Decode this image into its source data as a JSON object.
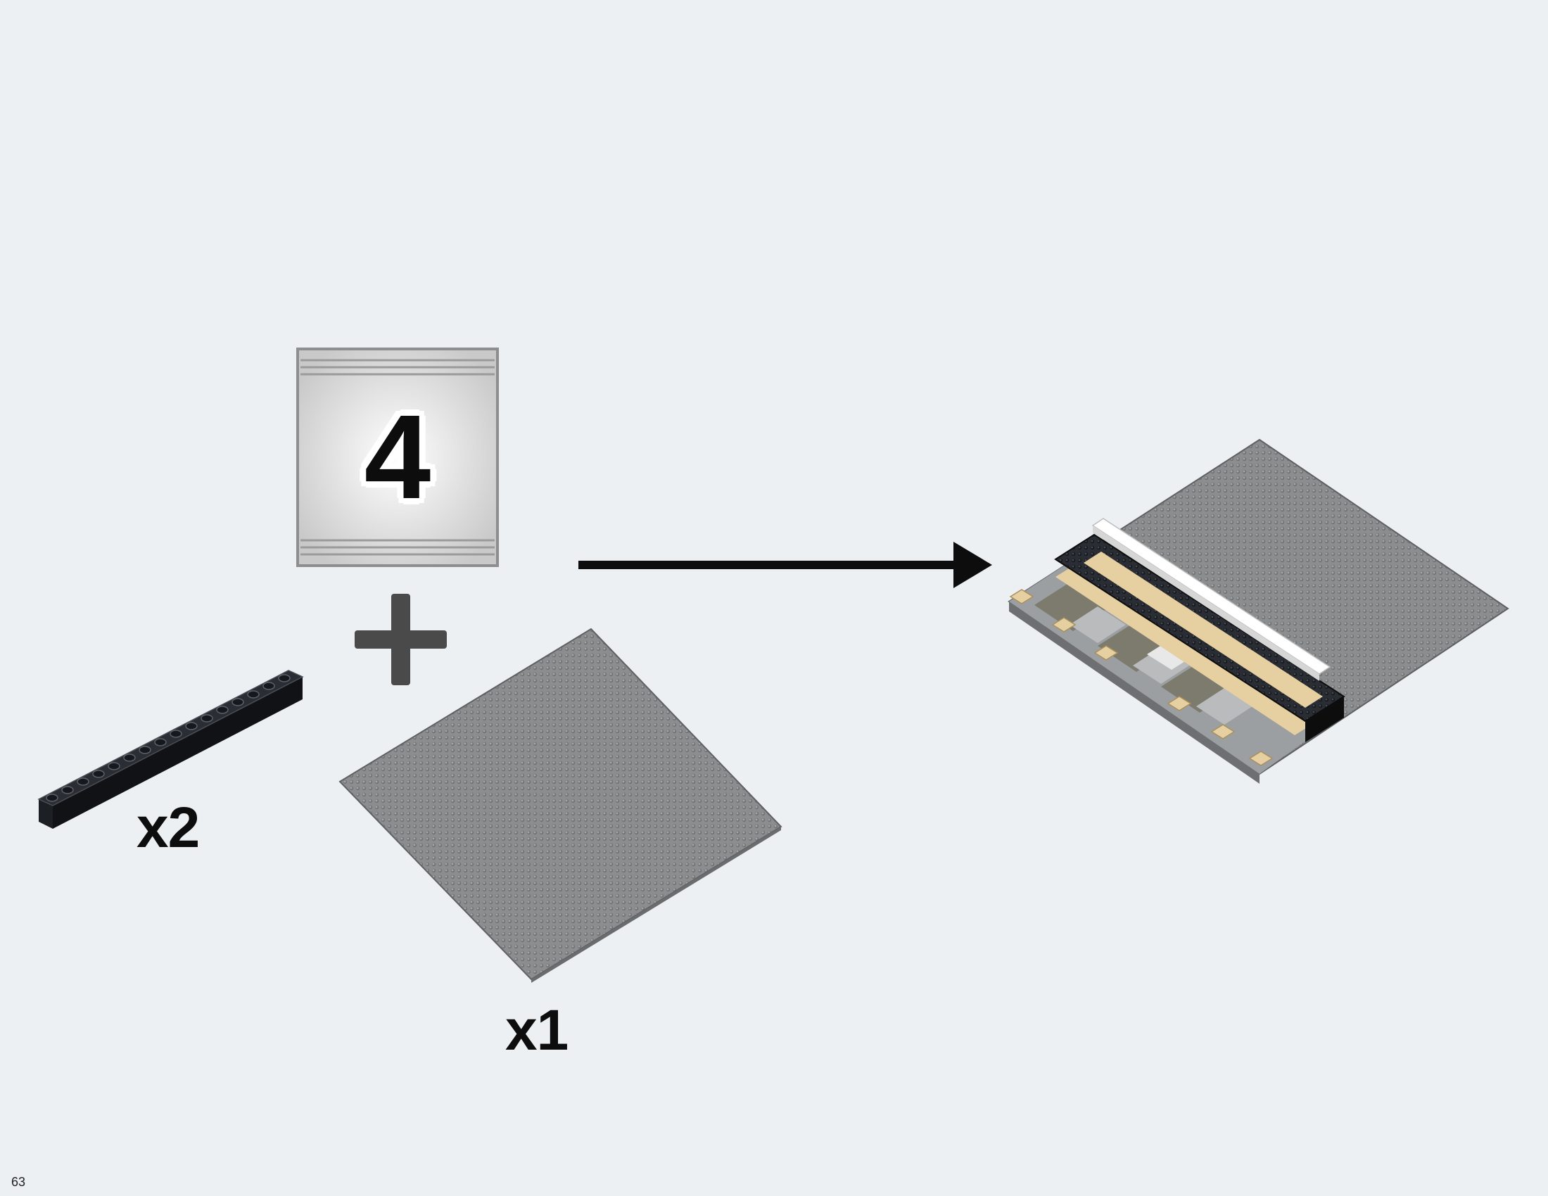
{
  "step": {
    "bag_number": "4",
    "brick": {
      "name": "black-1x16-brick",
      "quantity_label": "x2"
    },
    "baseplate": {
      "name": "grey-baseplate",
      "quantity_label": "x1"
    },
    "result": {
      "name": "station-platform-assembly"
    }
  },
  "colors": {
    "background": "#ecf0f3",
    "baseplate_grey": "#8b8d8f",
    "brick_black": "#15181c",
    "tan": "#e6cfa0",
    "arrow": "#0d0d0d",
    "plus": "#4a4a4a"
  },
  "icons": [
    "plus-icon",
    "right-arrow-icon",
    "parts-bag-icon"
  ],
  "page_number": "63"
}
